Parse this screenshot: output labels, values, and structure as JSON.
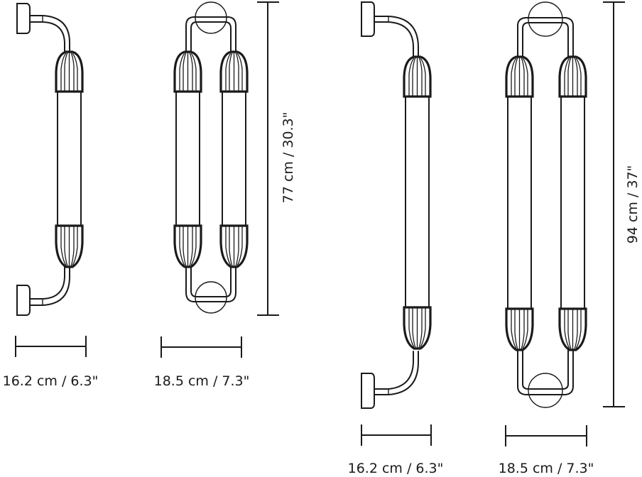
{
  "diagram": {
    "type": "technical dimension drawing",
    "subject": "wall lamp variants (single and double tube) in two heights",
    "colors": {
      "line": "#1a1a1a",
      "background": "#ffffff"
    }
  },
  "groups": [
    {
      "name": "short-version",
      "height_label": "77 cm / 30.3\"",
      "fixtures": [
        {
          "name": "single-tube",
          "width_label": "16.2 cm / 6.3\""
        },
        {
          "name": "double-tube",
          "width_label": "18.5 cm / 7.3\""
        }
      ]
    },
    {
      "name": "tall-version",
      "height_label": "94 cm / 37\"",
      "fixtures": [
        {
          "name": "single-tube",
          "width_label": "16.2 cm / 6.3\""
        },
        {
          "name": "double-tube",
          "width_label": "18.5 cm / 7.3\""
        }
      ]
    }
  ]
}
